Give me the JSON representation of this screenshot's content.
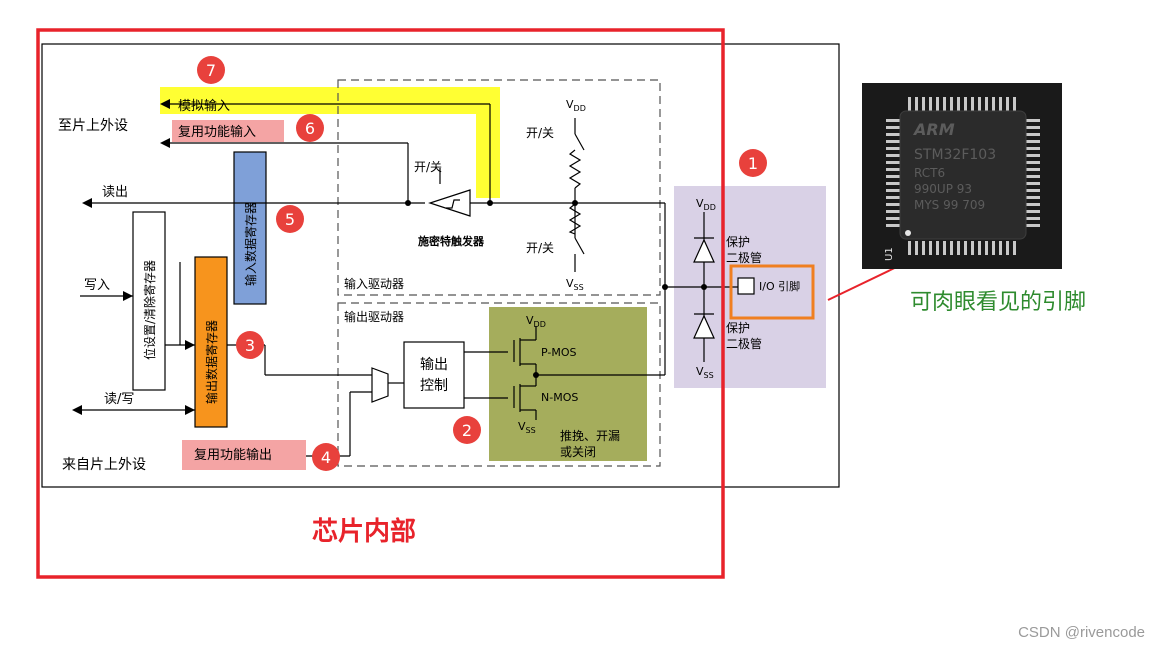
{
  "labels": {
    "analog_input": "模拟输入",
    "af_input": "复用功能输入",
    "to_peripheral": "至片上外设",
    "read": "读出",
    "write": "写入",
    "read_write": "读/写",
    "from_peripheral": "来自片上外设",
    "af_output": "复用功能输出",
    "bit_set_reset_reg": "位设置/清除寄存器",
    "output_data_reg": "输出数据寄存器",
    "input_data_reg": "输入数据寄存器",
    "on_off_1": "开/关",
    "on_off_2": "开/关",
    "on_off_3": "开/关",
    "schmitt": "施密特触发器",
    "input_driver": "输入驱动器",
    "output_driver": "输出驱动器",
    "output_control_1": "输出",
    "output_control_2": "控制",
    "vdd_top": "V",
    "vdd_sub": "DD",
    "vss_top": "V",
    "vss_sub": "SS",
    "pmos": "P-MOS",
    "nmos": "N-MOS",
    "push_pull": "推挽、开漏",
    "or_off": "或关闭",
    "protect_1a": "保护",
    "protect_1b": "二极管",
    "protect_2a": "保护",
    "protect_2b": "二极管",
    "io_pin": "I/O 引脚",
    "chip_internal": "芯片内部",
    "visible_pin": "可肉眼看见的引脚",
    "watermark": "CSDN @rivencode"
  },
  "markers": [
    "1",
    "2",
    "3",
    "4",
    "5",
    "6",
    "7"
  ],
  "chip_photo": {
    "brand": "ARM",
    "line1": "STM32F103",
    "line2": "RCT6",
    "line3": "990UP 93",
    "line4": "MYS 99 709",
    "pin_label": "U1"
  },
  "colors": {
    "red_frame": "#e8232b",
    "analog_highlight": "#ffff33",
    "af_highlight": "#f4a4a4",
    "input_reg": "#7fa0d8",
    "output_reg": "#f7941d",
    "mos_area": "#a5ad5c",
    "protect_area": "#d9d1e6",
    "pin_highlight": "#f07f20",
    "caption_green": "#2e8b2e",
    "marker_red": "#e8413c"
  }
}
